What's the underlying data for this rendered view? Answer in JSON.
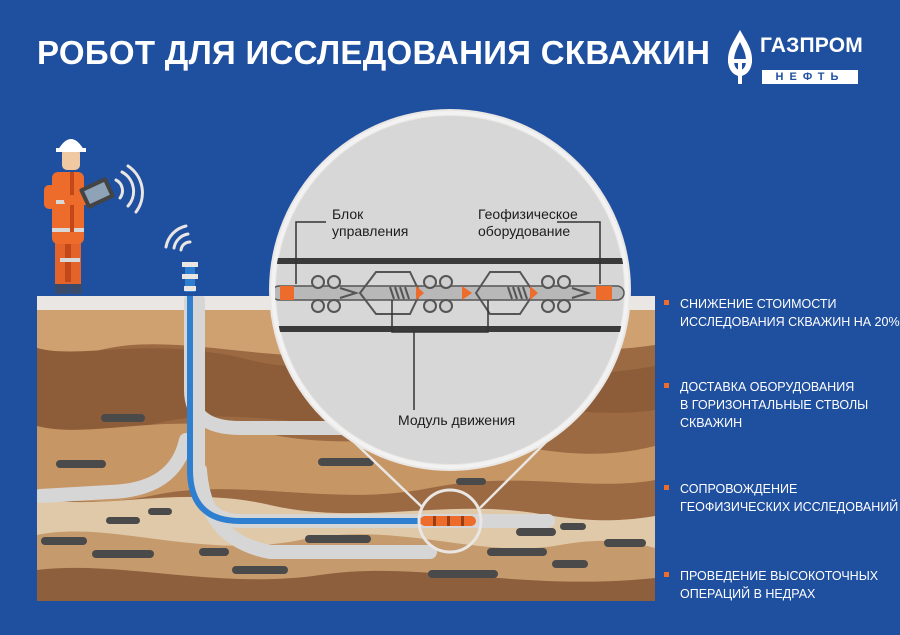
{
  "title": "РОБОТ ДЛЯ ИССЛЕДОВАНИЯ СКВАЖИН",
  "logo": {
    "name": "ГАЗПРОМ",
    "subtitle": "НЕФТЬ",
    "icon": "flame-icon"
  },
  "callouts": {
    "control_block": [
      "Блок",
      "управления"
    ],
    "geophysical_equipment": [
      "Геофизическое",
      "оборудование"
    ],
    "movement_module": "Модуль движения"
  },
  "benefits": [
    [
      "СНИЖЕНИЕ СТОИМОСТИ",
      "ИССЛЕДОВАНИЯ СКВАЖИН НА 20%"
    ],
    [
      "ДОСТАВКА ОБОРУДОВАНИЯ",
      "В ГОРИЗОНТАЛЬНЫЕ СТВОЛЫ",
      "СКВАЖИН"
    ],
    [
      "СОПРОВОЖДЕНИЕ",
      "ГЕОФИЗИЧЕСКИХ ИССЛЕДОВАНИЙ"
    ],
    [
      "ПРОВЕДЕНИЕ ВЫСОКОТОЧНЫХ",
      "ОПЕРАЦИЙ В НЕДРАХ"
    ]
  ],
  "colors": {
    "background": "#1f4f9f",
    "accent": "#ee6c2b",
    "soil_light": "#c99a63",
    "soil_dark": "#8a5a37",
    "pipe": "#d9d9d9",
    "well": "#2f7fd1"
  }
}
